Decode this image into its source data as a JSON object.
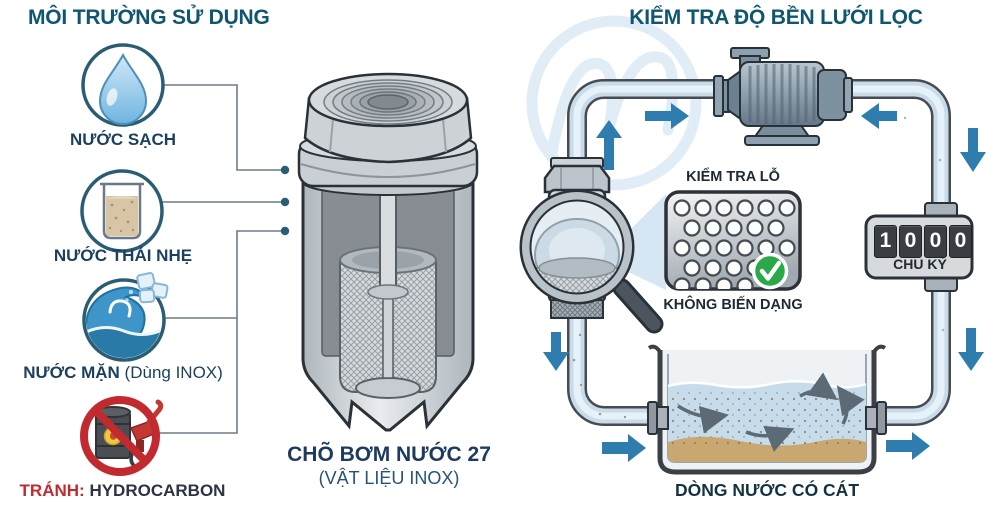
{
  "left_panel": {
    "title": "MÔI TRƯỜNG SỬ DỤNG",
    "items": [
      {
        "icon": "water-drop-icon",
        "label": "NƯỚC SẠCH"
      },
      {
        "icon": "beaker-wastewater-icon",
        "label": "NƯỚC THẢI NHẸ"
      },
      {
        "icon": "sea-wave-ice-icon",
        "label": "NƯỚC MẶN",
        "note": "(Dùng INOX)"
      },
      {
        "icon": "no-hydrocarbon-icon",
        "prefix": "TRÁNH:",
        "label": "HYDROCARBON"
      }
    ]
  },
  "valve": {
    "name": "CHÕ BƠM NƯỚC 27",
    "material": "(VẬT LIỆU INOX)"
  },
  "test_loop": {
    "title": "KIỂM TRA ĐỘ BỀN LƯỚI LỌC",
    "inspection_label": "KIỂM TRA LỖ",
    "inspection_result": "KHÔNG BIẾN DẠNG",
    "counter": {
      "digits": [
        "1",
        "0",
        "0",
        "0"
      ],
      "unit": "CHU KỲ"
    },
    "tank_label": "DÒNG NƯỚC CÓ CÁT"
  },
  "colors": {
    "title": "#0f566e",
    "label": "#1c3f5e",
    "warning_red": "#c22a30",
    "arrow_blue": "#2e7dae",
    "check_green": "#2aa84a",
    "sand": "#c8a771",
    "water": "#c6dcea",
    "pipe_fill": "#d4e6f2",
    "outline": "#2b3138"
  }
}
